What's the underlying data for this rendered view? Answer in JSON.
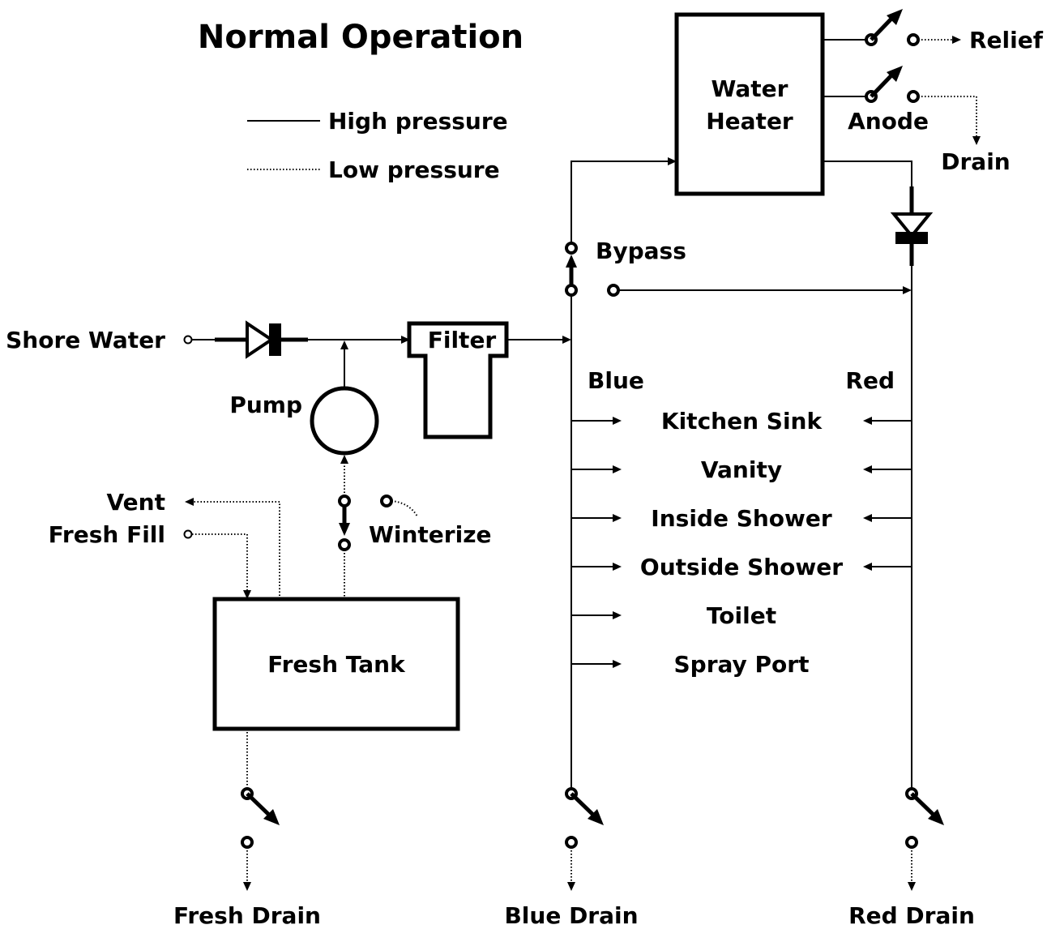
{
  "title": "Normal Operation",
  "legend": {
    "high_pressure": "High pressure",
    "low_pressure": "Low pressure"
  },
  "components": {
    "water_heater_line1": "Water",
    "water_heater_line2": "Heater",
    "filter": "Filter",
    "pump": "Pump",
    "fresh_tank": "Fresh Tank"
  },
  "valves": {
    "relief": "Relief",
    "anode": "Anode",
    "bypass": "Bypass",
    "winterize": "Winterize"
  },
  "inputs": {
    "shore_water": "Shore Water",
    "vent": "Vent",
    "fresh_fill": "Fresh Fill"
  },
  "lines": {
    "blue": "Blue",
    "red": "Red"
  },
  "fixtures": [
    "Kitchen Sink",
    "Vanity",
    "Inside Shower",
    "Outside Shower",
    "Toilet",
    "Spray Port"
  ],
  "drains": {
    "heater_drain": "Drain",
    "fresh_drain": "Fresh Drain",
    "blue_drain": "Blue Drain",
    "red_drain": "Red Drain"
  }
}
